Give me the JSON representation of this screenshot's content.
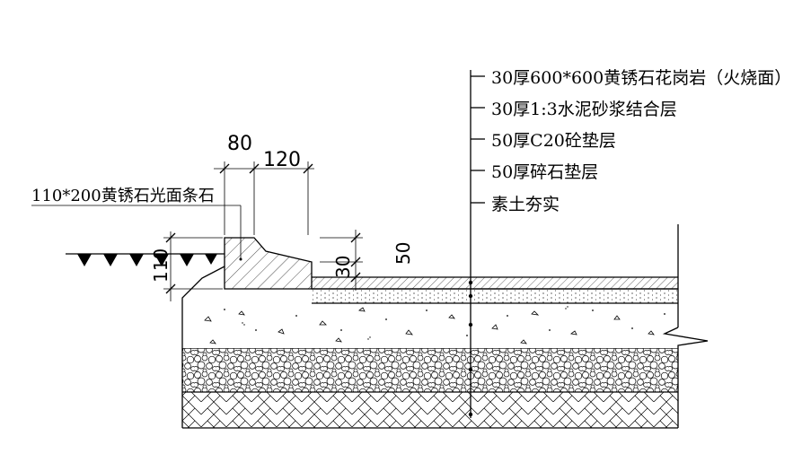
{
  "layer_labels": [
    "30厚600*600黄锈石花岗岩（火烧面）",
    "30厚1:3水泥砂浆结合层",
    "50厚C20砼垫层",
    "50厚碎石垫层",
    "素土夯实"
  ],
  "curb_label": "110*200黄锈石光面条石",
  "dimensions": {
    "d80": "80",
    "d120": "120",
    "d50": "50",
    "d30": "30",
    "d110": "110"
  }
}
